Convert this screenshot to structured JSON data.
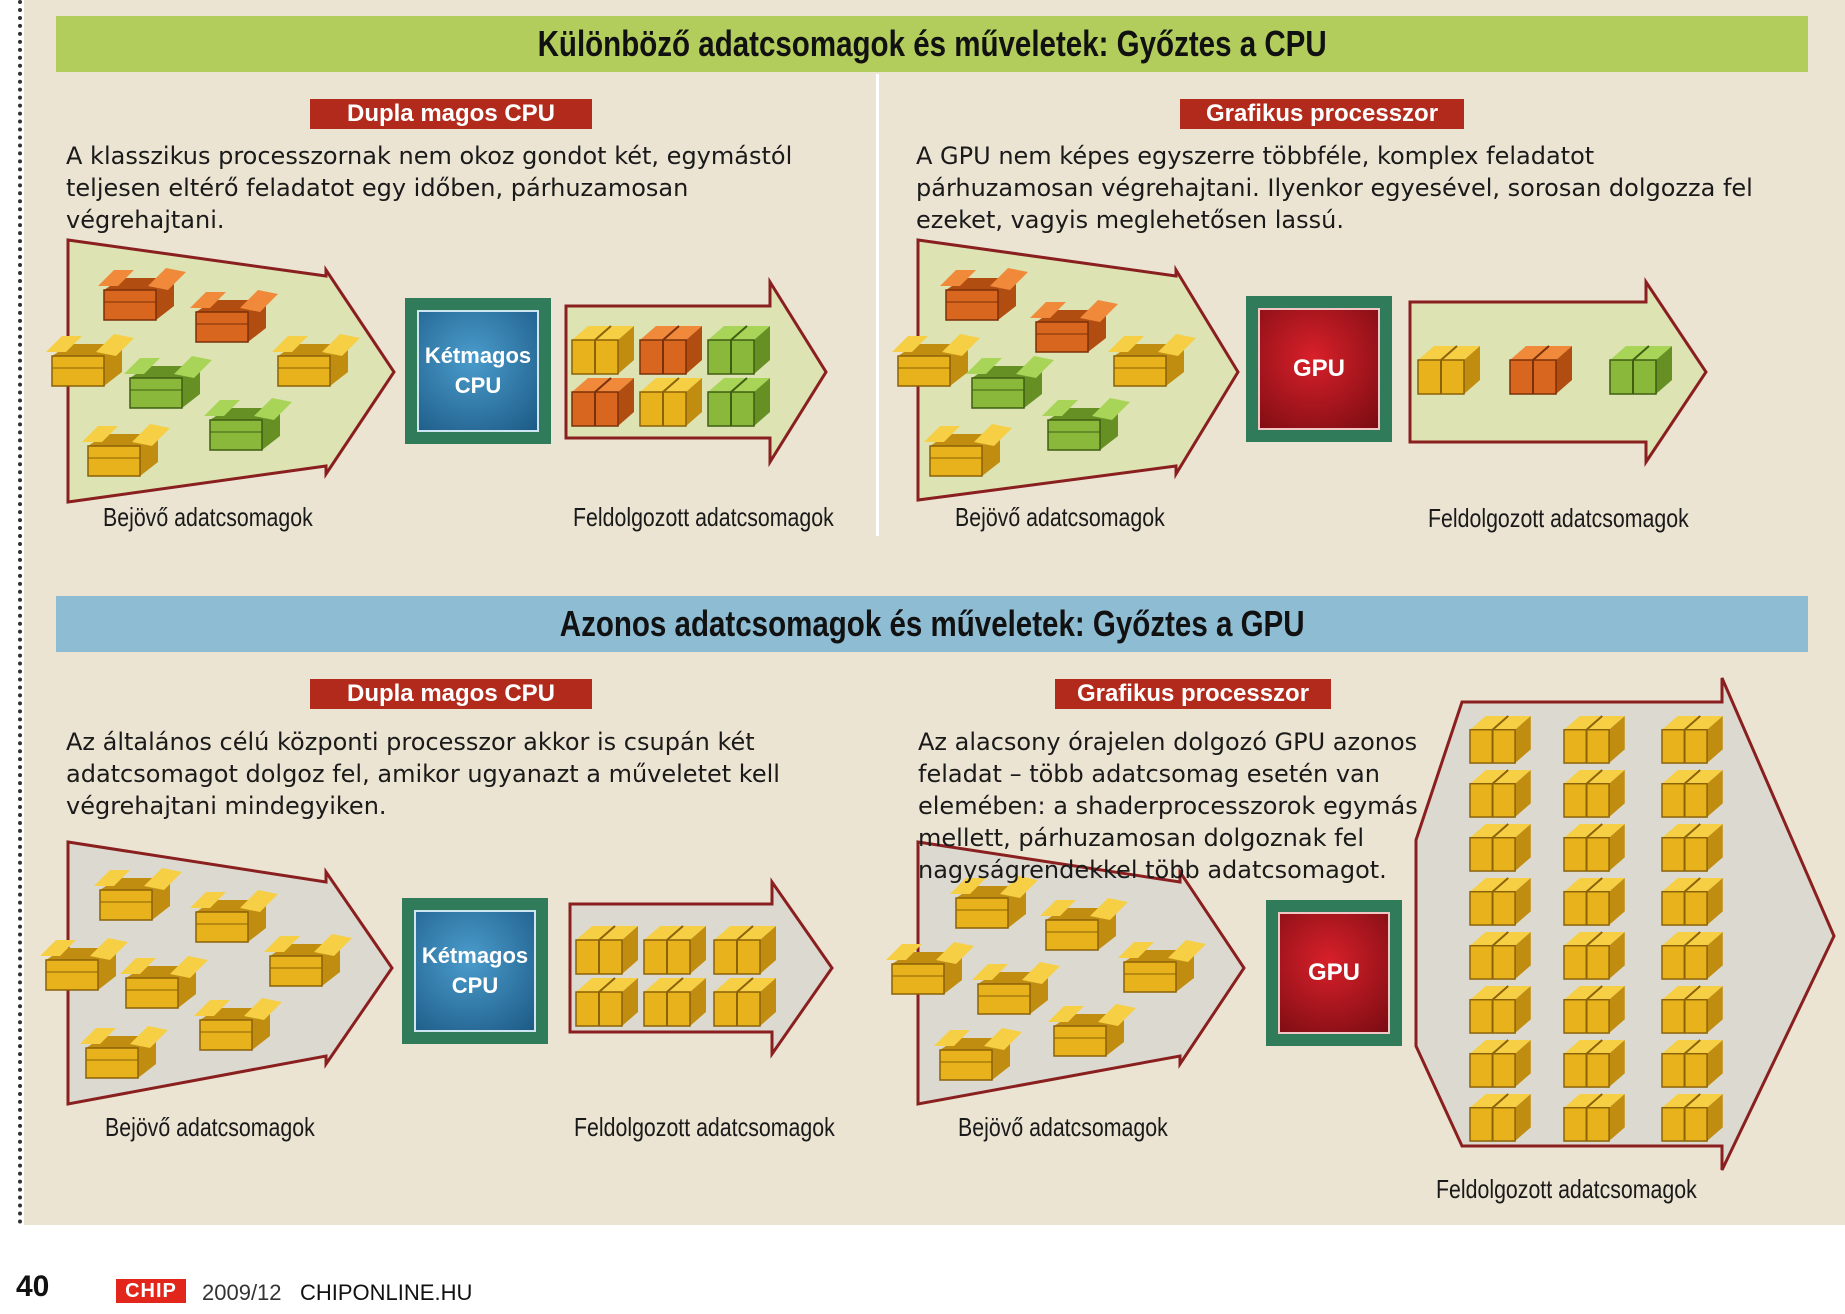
{
  "top": {
    "title": "Különböző adatcsomagok és műveletek: Győztes a CPU",
    "color": "#b2cd5c",
    "left": {
      "tag": "Dupla magos CPU",
      "text": "A klasszikus processzornak nem okoz gondot két, egymástól teljesen eltérő feladatot egy időben, párhuzamosan végrehajtani.",
      "chip_lines": [
        "Kétmagos",
        "CPU"
      ],
      "in_label": "Bejövő adatcsomagok",
      "out_label": "Feldolgozott adatcsomagok"
    },
    "right": {
      "tag": "Grafikus processzor",
      "text": "A GPU nem képes egyszerre többféle, komplex feladatot párhuzamosan végrehajtani. Ilyenkor egyesével, sorosan dolgozza fel ezeket, vagyis meglehetősen lassú.",
      "chip": "GPU",
      "in_label": "Bejövő adatcsomagok",
      "out_label": "Feldolgozott adatcsomagok"
    }
  },
  "bottom": {
    "title": "Azonos adatcsomagok és műveletek: Győztes a GPU",
    "color": "#8dbcd3",
    "left": {
      "tag": "Dupla magos CPU",
      "text": "Az általános célú központi processzor akkor is csupán két adatcsomagot dolgoz fel, amikor ugyanazt a műveletet kell végrehajtani mindegyiken.",
      "chip_lines": [
        "Kétmagos",
        "CPU"
      ],
      "in_label": "Bejövő adatcsomagok",
      "out_label": "Feldolgozott adatcsomagok"
    },
    "right": {
      "tag": "Grafikus processzor",
      "text": "Az alacsony órajelen dolgozó GPU azonos feladat – több adatcsomag esetén van elemében: a shaderprocesszorok egymás mellett, párhuzamosan dolgoznak fel nagyságrendekkel több adatcsomagot.",
      "chip": "GPU",
      "in_label": "Bejövő adatcsomagok",
      "out_label": "Feldolgozott adatcsomagok"
    }
  },
  "footer": {
    "page": "40",
    "logo": "CHIP",
    "issue": "2009/12",
    "site": "CHIPONLINE.HU"
  },
  "colors": {
    "tag": "#b22a1b",
    "arrow_top": "#dde3b3",
    "arrow_bottom": "#dcdad0",
    "arrow_stroke": "#8a1f1f",
    "chip_frame": "#2f7b5a",
    "cpu_chip": "#2a6f9a",
    "gpu_chip": "#b0141c",
    "box_orange": "#d9661e",
    "box_yellow": "#e8b21c",
    "box_green": "#8ab83a"
  }
}
